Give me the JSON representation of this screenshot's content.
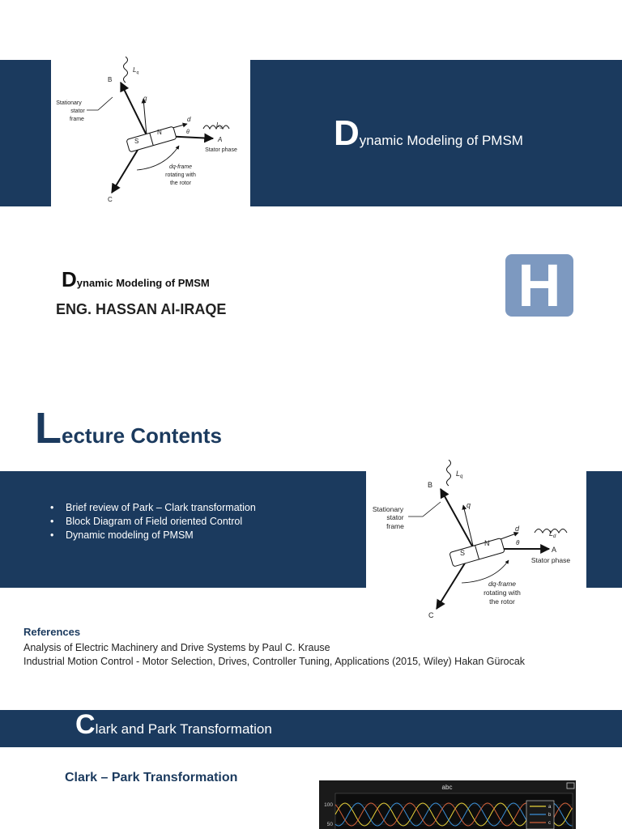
{
  "title_slide": {
    "cap": "D",
    "rest": "ynamic Modeling of PMSM"
  },
  "diagram_labels": {
    "phase_a": "A",
    "phase_b": "B",
    "phase_c": "C",
    "q_axis": "q",
    "d_axis": "d",
    "theta": "θ",
    "north": "N",
    "south": "S",
    "lq": "L",
    "lq_sub": "q",
    "ld": "L",
    "ld_sub": "d",
    "stationary_1": "Stationary",
    "stationary_2": "stator",
    "stationary_3": "frame",
    "stator_phase": "Stator phase",
    "dq_1": "dq-frame",
    "dq_2": "rotating with",
    "dq_3": "the rotor"
  },
  "subtitle": {
    "cap": "D",
    "rest": "ynamic Modeling of PMSM"
  },
  "author": "ENG. HASSAN Al-IRAQE",
  "logo": {
    "letter": "H",
    "color": "#7d99c0"
  },
  "lecture": {
    "cap": "L",
    "rest": "ecture Contents",
    "items": [
      "Brief review of Park – Clark transformation",
      "Block Diagram of Field oriented Control",
      "Dynamic modeling of PMSM"
    ]
  },
  "references": {
    "heading": "References",
    "items": [
      "Analysis of Electric Machinery and Drive Systems by Paul C. Krause",
      "Industrial Motion Control - Motor Selection, Drives, Controller Tuning, Applications (2015, Wiley) Hakan Gürocak"
    ]
  },
  "section": {
    "cap": "C",
    "rest": "lark and Park Transformation",
    "subheading": "Clark – Park Transformation"
  },
  "plot": {
    "title": "abc",
    "y_ticks": [
      "100",
      "50"
    ],
    "legend": [
      "a",
      "b",
      "c"
    ],
    "colors": {
      "a": "#e8d23a",
      "b": "#3a8fd6",
      "c": "#d2613a"
    }
  },
  "colors": {
    "navy": "#1b3a5e",
    "accent": "#7d99c0"
  }
}
